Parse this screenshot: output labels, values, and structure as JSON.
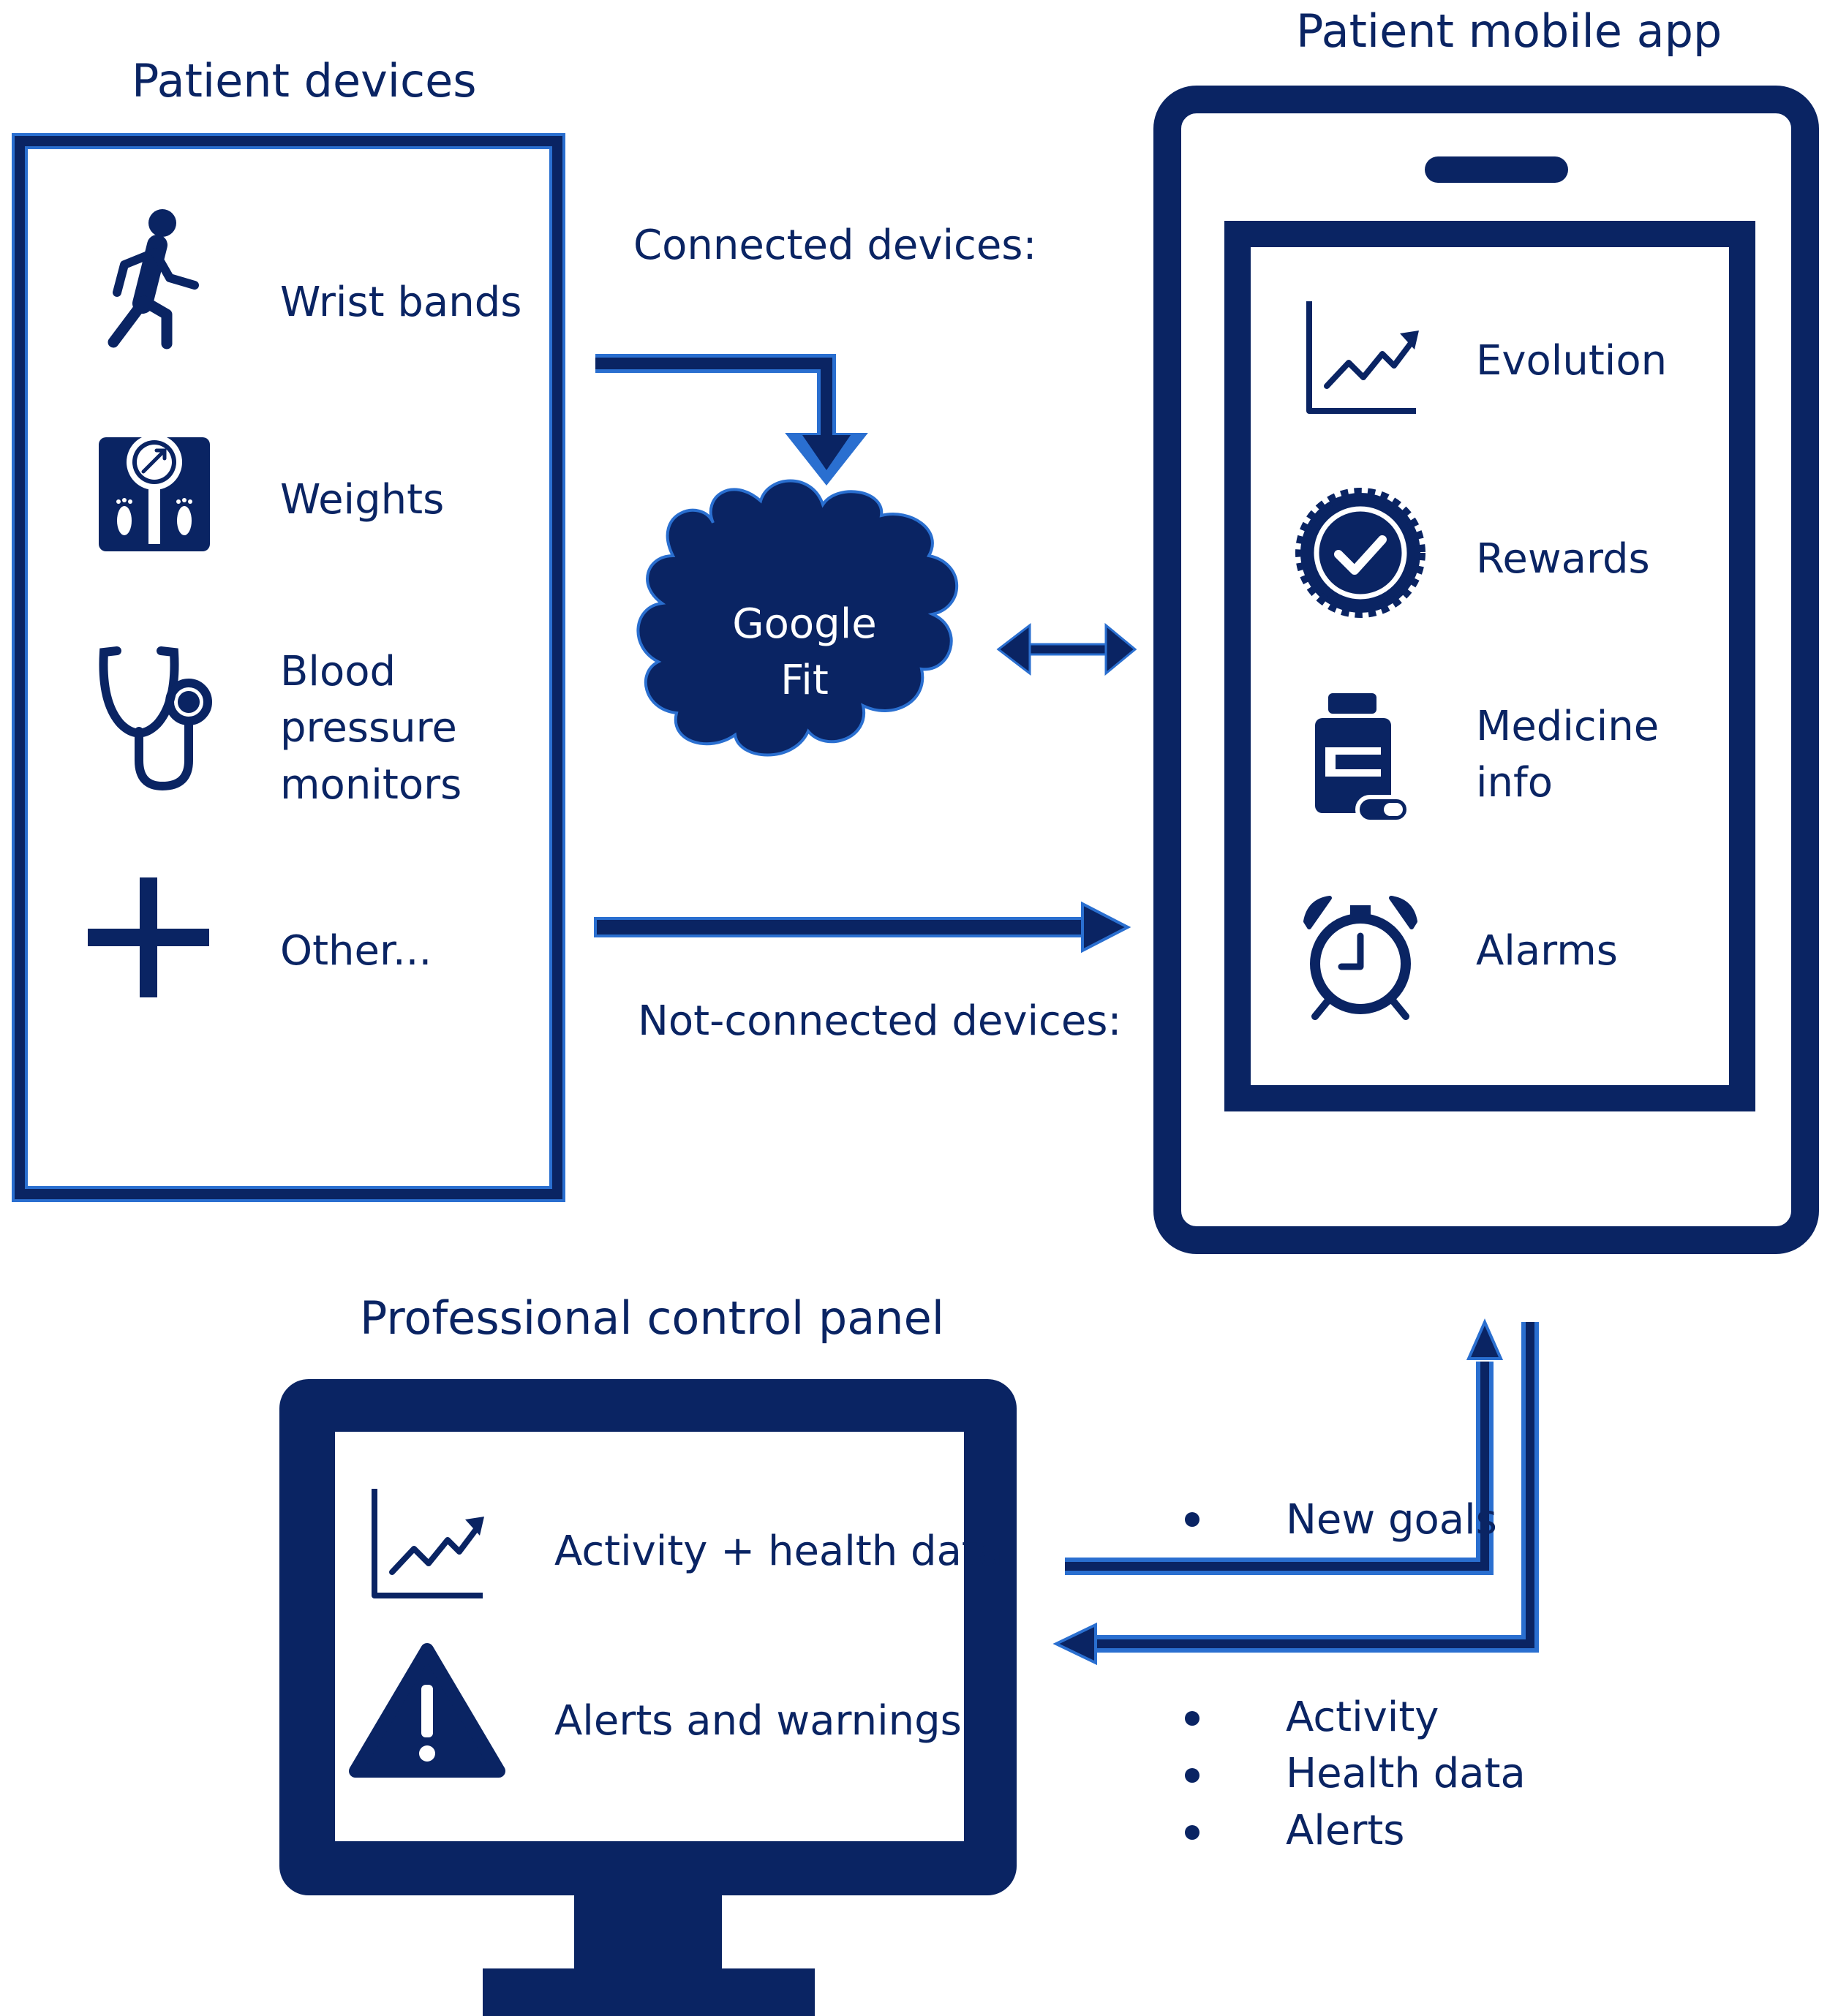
{
  "colors": {
    "navy": "#0a2463",
    "accent": "#2a6fd0",
    "white": "#ffffff"
  },
  "patient_devices": {
    "title": "Patient devices",
    "items": [
      {
        "label_lines": [
          "Wrist bands"
        ],
        "icon": "walking-person-icon"
      },
      {
        "label_lines": [
          "Weights"
        ],
        "icon": "scale-icon"
      },
      {
        "label_lines": [
          "Blood",
          "pressure",
          "monitors"
        ],
        "icon": "stethoscope-icon"
      },
      {
        "label_lines": [
          "Other..."
        ],
        "icon": "plus-icon"
      }
    ]
  },
  "connections": {
    "connected_label": "Connected devices:",
    "not_connected_label": "Not-connected devices:",
    "cloud_lines": [
      "Google",
      "Fit"
    ]
  },
  "mobile_app": {
    "title": "Patient mobile app",
    "items": [
      {
        "label_lines": [
          "Evolution"
        ],
        "icon": "trend-chart-icon"
      },
      {
        "label_lines": [
          "Rewards"
        ],
        "icon": "badge-check-icon"
      },
      {
        "label_lines": [
          "Medicine",
          "info"
        ],
        "icon": "pill-bottle-icon"
      },
      {
        "label_lines": [
          "Alarms"
        ],
        "icon": "alarm-clock-icon"
      }
    ]
  },
  "control_panel": {
    "title": "Professional control panel",
    "items": [
      {
        "label": "Activity + health data",
        "icon": "trend-chart-icon"
      },
      {
        "label": "Alerts and warnings",
        "icon": "warning-icon"
      }
    ]
  },
  "exchange": {
    "to_app": [
      "New goals"
    ],
    "to_panel": [
      "Activity",
      "Health data",
      "Alerts"
    ]
  }
}
